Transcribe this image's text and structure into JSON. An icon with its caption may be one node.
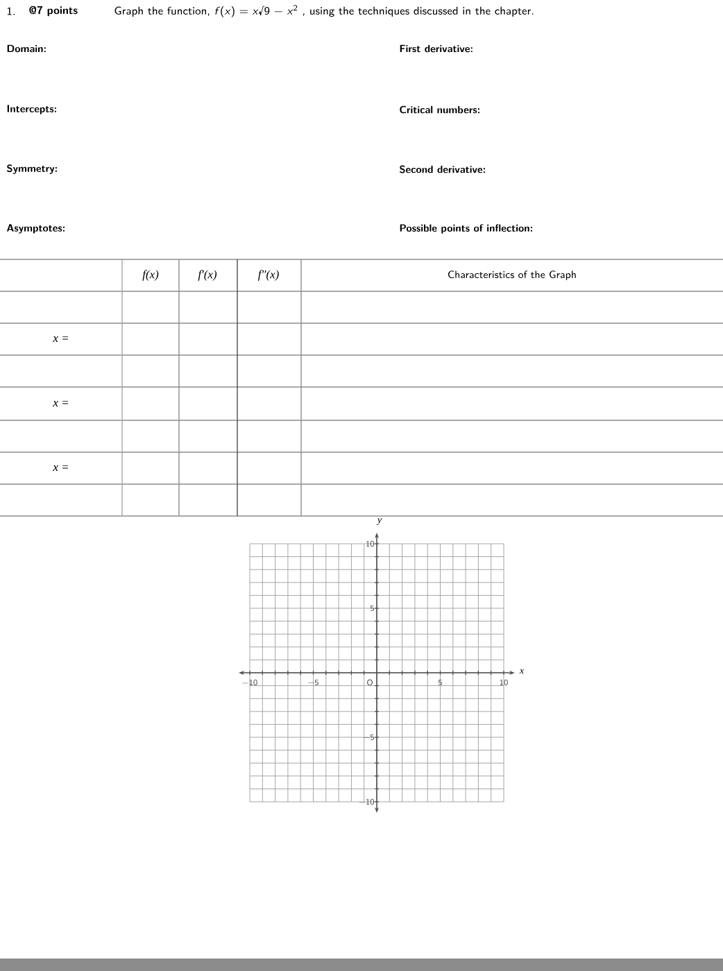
{
  "diagram": {
    "title": "Graph the function, *f*(*x*) = *x*√9 − *x*$^{2}$ , using the techniques discussed in the chapter.",
    "labels": [
      "1.",
      "@7 points",
      "Domain:",
      "First derivative:",
      "Intercepts:",
      "Critical numbers:",
      "Symmetry:",
      "Second derivative:",
      "Asymptotes:",
      "Possible points of inflection:",
      "f(x)",
      "f′(x)",
      "f″(x)",
      "Characteristics of the Graph",
      "x =",
      "x =",
      "x =",
      "y",
      "10",
      "5",
      "−10",
      "−5",
      "O",
      "5",
      "10",
      "x",
      "−5",
      "−10"
    ]
  }
}
